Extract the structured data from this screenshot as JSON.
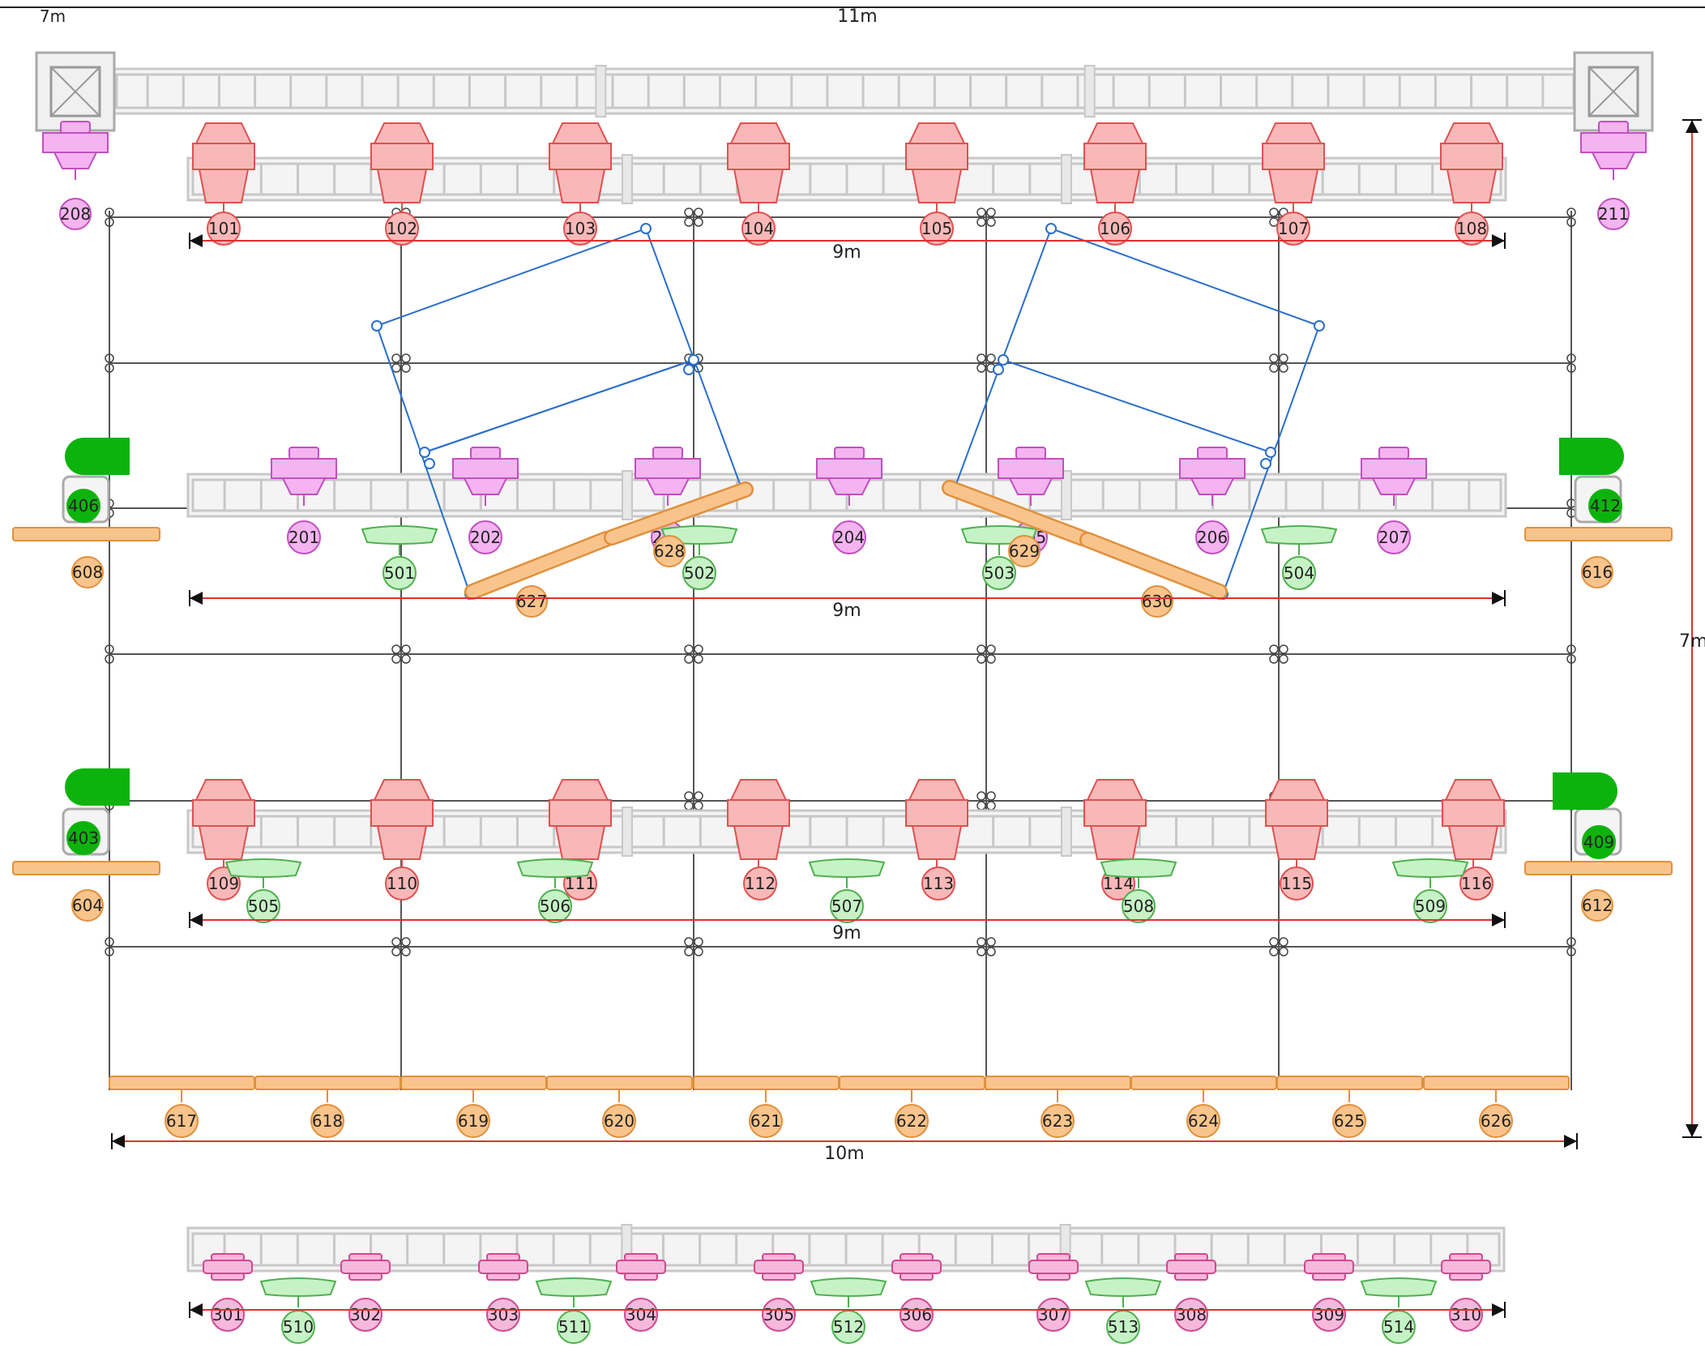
{
  "dimensions": {
    "top_left": "7m",
    "top_width": "11m",
    "right_height": "7m",
    "row1_span": "9m",
    "row2_span": "9m",
    "row3_span": "9m",
    "floor_span": "10m"
  },
  "colors": {
    "red_fixture_fill": "#f9b8b8",
    "red_fixture_stroke": "#e05050",
    "pink_fixture_fill": "#f4b4f0",
    "pink_fixture_stroke": "#c050c0",
    "green_fixture_fill": "#c6f3c6",
    "green_fixture_stroke": "#50b050",
    "orange_fill": "#f9c48c",
    "orange_stroke": "#e0903c",
    "dark_green": "#0db30d",
    "truss": "#c8c8c8",
    "grid_line": "#555555",
    "dim_line": "#e03030",
    "blue_frame": "#2a6fc9"
  },
  "fixtures": {
    "red_row1": [
      "101",
      "102",
      "103",
      "104",
      "105",
      "106",
      "107",
      "108"
    ],
    "red_row2": [
      "109",
      "110",
      "111",
      "112",
      "113",
      "114",
      "115",
      "116"
    ],
    "pink_side": [
      "208",
      "211"
    ],
    "pink_row": [
      "201",
      "202",
      "203",
      "204",
      "205",
      "206",
      "207"
    ],
    "pink_floor": [
      "301",
      "302",
      "303",
      "304",
      "305",
      "306",
      "307",
      "308",
      "309",
      "310"
    ],
    "green_row1": [
      "501",
      "502",
      "503",
      "504"
    ],
    "green_row2": [
      "505",
      "506",
      "507",
      "508",
      "509"
    ],
    "green_floor": [
      "510",
      "511",
      "512",
      "513",
      "514"
    ],
    "dark_green": [
      "406",
      "412",
      "403",
      "409"
    ],
    "orange_side": [
      "608",
      "616",
      "604",
      "612"
    ],
    "orange_floor": [
      "617",
      "618",
      "619",
      "620",
      "621",
      "622",
      "623",
      "624",
      "625",
      "626"
    ],
    "orange_angled": [
      "627",
      "628",
      "629",
      "630"
    ]
  }
}
